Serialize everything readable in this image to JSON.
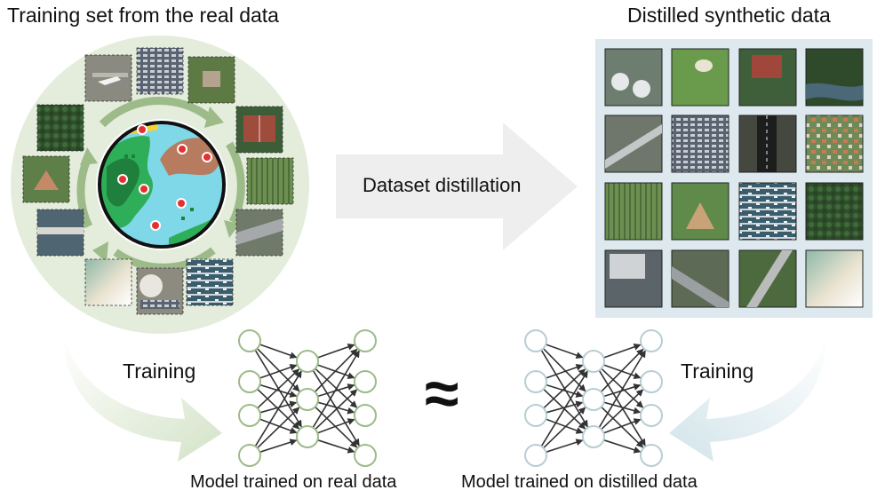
{
  "titles": {
    "real": "Training set from the real data",
    "synthetic": "Distilled synthetic data"
  },
  "arrow_label": "Dataset distillation",
  "training_left": "Training",
  "training_right": "Training",
  "approx_symbol": "≈",
  "captions": {
    "real_model": "Model trained on real data",
    "distilled_model": "Model trained on distilled data"
  },
  "colors": {
    "real_accent": "#9dbb88",
    "distilled_accent": "#b9cdd4",
    "real_circle_bg": "#e4eddc",
    "synthetic_panel_bg": "#dde9ee",
    "map_water": "#7fd8e8",
    "map_land": "#2fae5a",
    "map_hill": "#b77b5f",
    "map_sand": "#f3d23c",
    "map_points": "#e53030"
  },
  "real_tiles": [
    {
      "icon": "airport-tile"
    },
    {
      "icon": "parking-tile"
    },
    {
      "icon": "house-tile"
    },
    {
      "icon": "tennis-court-tile"
    },
    {
      "icon": "farmland-tile"
    },
    {
      "icon": "highway-tile"
    },
    {
      "icon": "harbor-tile"
    },
    {
      "icon": "storage-tank-tile"
    },
    {
      "icon": "beach-tile"
    },
    {
      "icon": "bridge-tile"
    },
    {
      "icon": "baseball-field-tile"
    },
    {
      "icon": "forest-tile"
    }
  ],
  "synthetic_tiles": [
    {
      "icon": "storage-tanks-tile"
    },
    {
      "icon": "golf-course-tile"
    },
    {
      "icon": "tennis-court-tile"
    },
    {
      "icon": "river-tile"
    },
    {
      "icon": "intersection-tile"
    },
    {
      "icon": "parking-lot-tile"
    },
    {
      "icon": "runway-tile"
    },
    {
      "icon": "residential-tile"
    },
    {
      "icon": "farmland-tile"
    },
    {
      "icon": "baseball-field-tile"
    },
    {
      "icon": "harbor-tile"
    },
    {
      "icon": "forest-tile"
    },
    {
      "icon": "industrial-tile"
    },
    {
      "icon": "freeway-tile"
    },
    {
      "icon": "overpass-tile"
    },
    {
      "icon": "beach-tile"
    }
  ]
}
